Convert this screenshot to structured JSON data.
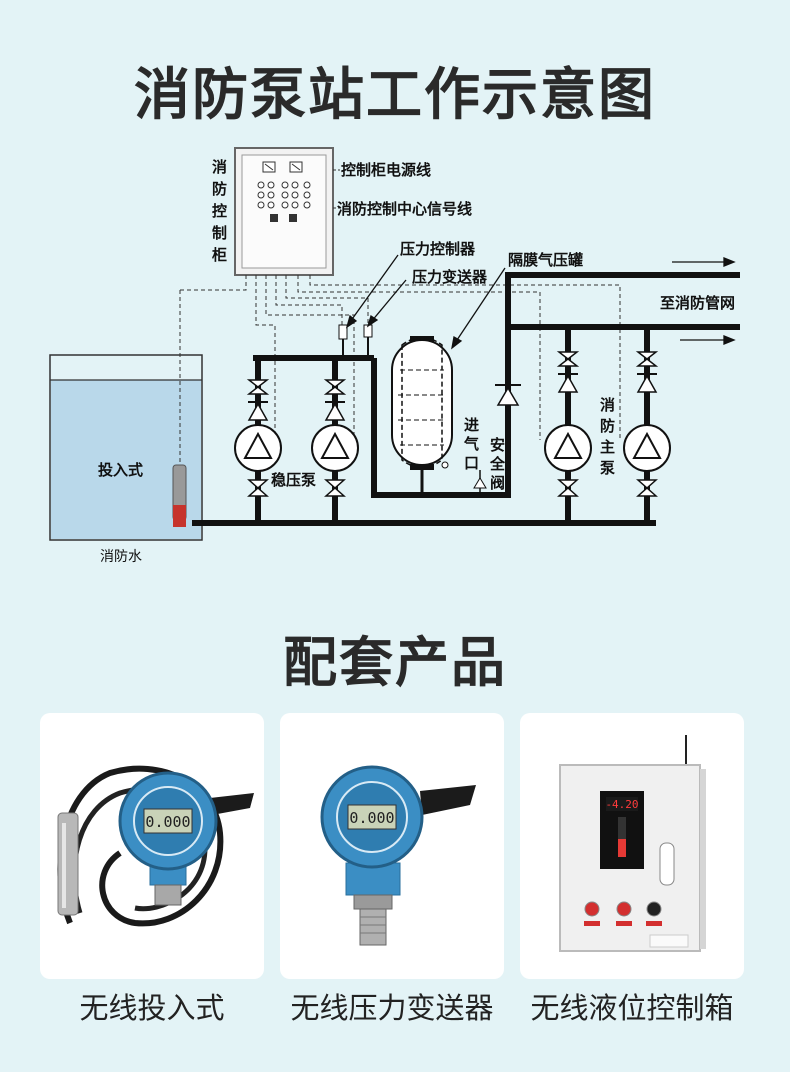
{
  "title": "消防泵站工作示意图",
  "diagram": {
    "cabinet_label": [
      "消",
      "防",
      "控",
      "制",
      "柜"
    ],
    "power_line": "控制柜电源线",
    "signal_line": "消防控制中心信号线",
    "pressure_controller": "压力控制器",
    "pressure_transmitter": "压力变送器",
    "diaphragm_tank": "隔膜气压罐",
    "to_pipe_network": "至消防管网",
    "main_pump": [
      "消",
      "防",
      "主",
      "泵"
    ],
    "stabilizer_pump": "稳压泵",
    "air_inlet": [
      "进",
      "气",
      "口"
    ],
    "safety_valve": [
      "安",
      "全",
      "阀"
    ],
    "submersible": "投入式",
    "fire_water": "消防水"
  },
  "section_title": "配套产品",
  "products": [
    {
      "name": "无线投入式",
      "display": "0.000"
    },
    {
      "name": "无线压力变送器",
      "display": "0.000"
    },
    {
      "name": "无线液位控制箱",
      "display": "-4.20"
    }
  ],
  "colors": {
    "background": "#e3f3f6",
    "water": "#b9d8ea",
    "housing_blue": "#3b8ec4",
    "line": "#111111"
  }
}
